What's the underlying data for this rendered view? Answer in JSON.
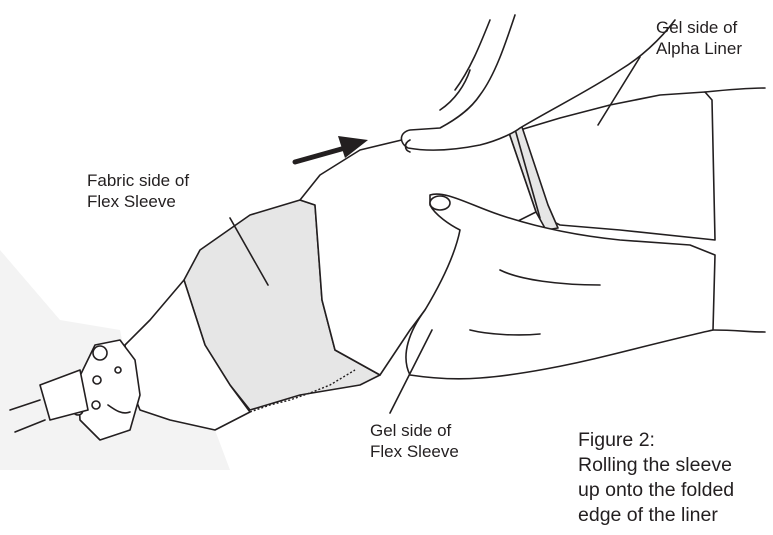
{
  "labels": {
    "alpha_liner_gel": [
      "Gel side of",
      "Alpha Liner"
    ],
    "flex_sleeve_fabric": [
      "Fabric side of",
      "Flex Sleeve"
    ],
    "flex_sleeve_gel": [
      "Gel side of",
      "Flex Sleeve"
    ]
  },
  "caption": {
    "title": "Figure 2:",
    "lines": [
      "Rolling the sleeve",
      "up onto the folded",
      "edge of the liner"
    ]
  },
  "colors": {
    "line": "#231f20",
    "fabric_fill": "#e6e6e6",
    "background": "#ffffff"
  }
}
